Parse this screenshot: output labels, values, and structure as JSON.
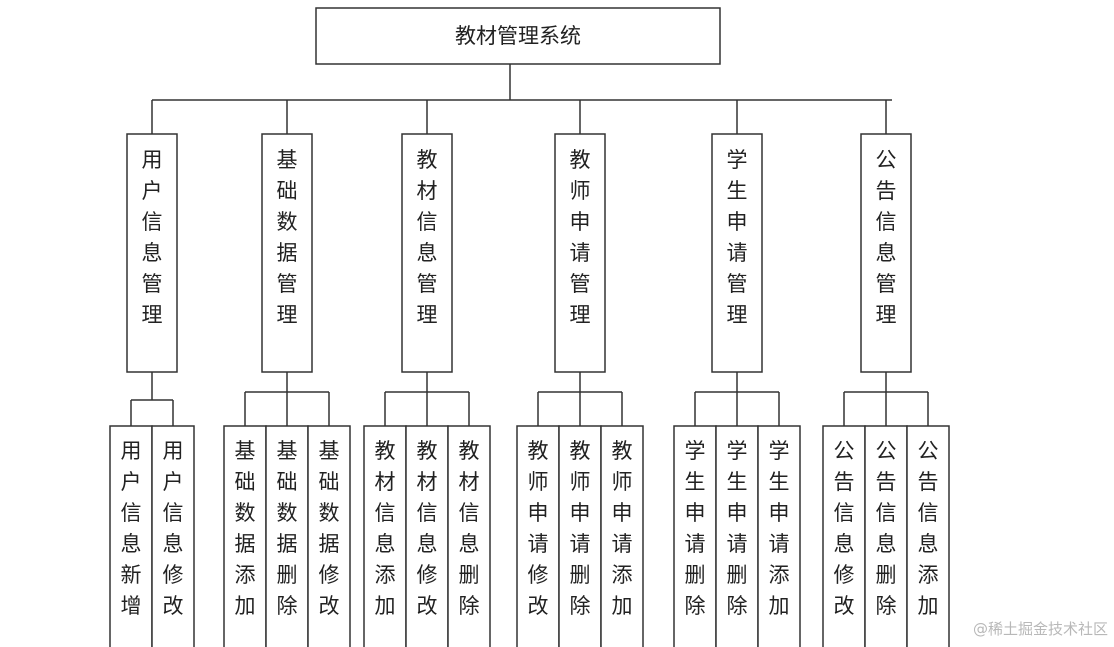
{
  "diagram": {
    "root": {
      "label": "教材管理系统",
      "children": [
        {
          "label": "用户信息管理",
          "children": [
            {
              "label": "用户信息新增"
            },
            {
              "label": "用户信息修改"
            }
          ]
        },
        {
          "label": "基础数据管理",
          "children": [
            {
              "label": "基础数据添加"
            },
            {
              "label": "基础数据删除"
            },
            {
              "label": "基础数据修改"
            }
          ]
        },
        {
          "label": "教材信息管理",
          "children": [
            {
              "label": "教材信息添加"
            },
            {
              "label": "教材信息修改"
            },
            {
              "label": "教材信息删除"
            }
          ]
        },
        {
          "label": "教师申请管理",
          "children": [
            {
              "label": "教师申请修改"
            },
            {
              "label": "教师申请删除"
            },
            {
              "label": "教师申请添加"
            }
          ]
        },
        {
          "label": "学生申请管理",
          "children": [
            {
              "label": "学生申请删除"
            },
            {
              "label": "学生申请删除"
            },
            {
              "label": "学生申请添加"
            }
          ]
        },
        {
          "label": "公告信息管理",
          "children": [
            {
              "label": "公告信息修改"
            },
            {
              "label": "公告信息删除"
            },
            {
              "label": "公告信息添加"
            }
          ]
        }
      ]
    }
  },
  "watermark": "@稀土掘金技术社区"
}
